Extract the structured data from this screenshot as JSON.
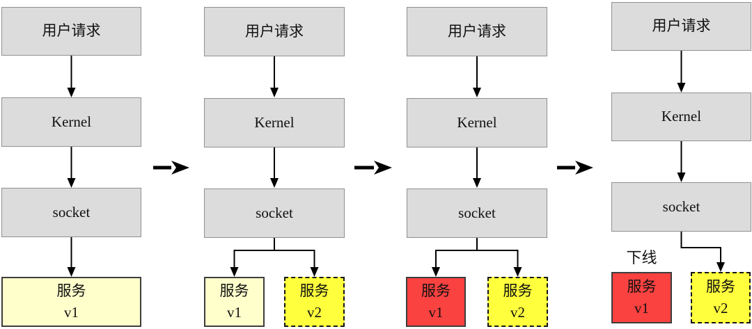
{
  "diagram_title": "service-upgrade-flow",
  "colors": {
    "box_gray_fill": "#dcdcdc",
    "box_gray_border": "#8f8f8f",
    "service_v1_fill": "#ffffcc",
    "service_v2_fill": "#ffff3d",
    "service_red_fill": "#fa4240",
    "solid_service_border": "#3d3d3d",
    "dashed_service_border": "#151515",
    "arrow_color": "#000000"
  },
  "stages": [
    {
      "request": "用户请求",
      "kernel": "Kernel",
      "socket": "socket",
      "services": [
        {
          "name": "服务",
          "version": "v1",
          "state": "live"
        }
      ]
    },
    {
      "request": "用户请求",
      "kernel": "Kernel",
      "socket": "socket",
      "services": [
        {
          "name": "服务",
          "version": "v1",
          "state": "live"
        },
        {
          "name": "服务",
          "version": "v2",
          "state": "new-dashed"
        }
      ]
    },
    {
      "request": "用户请求",
      "kernel": "Kernel",
      "socket": "socket",
      "services": [
        {
          "name": "服务",
          "version": "v1",
          "state": "draining-red"
        },
        {
          "name": "服务",
          "version": "v2",
          "state": "new-dashed"
        }
      ]
    },
    {
      "request": "用户请求",
      "kernel": "Kernel",
      "socket": "socket",
      "offline_label": "下线",
      "services": [
        {
          "name": "服务",
          "version": "v1",
          "state": "offline-red"
        },
        {
          "name": "服务",
          "version": "v2",
          "state": "new-dashed"
        }
      ]
    }
  ]
}
